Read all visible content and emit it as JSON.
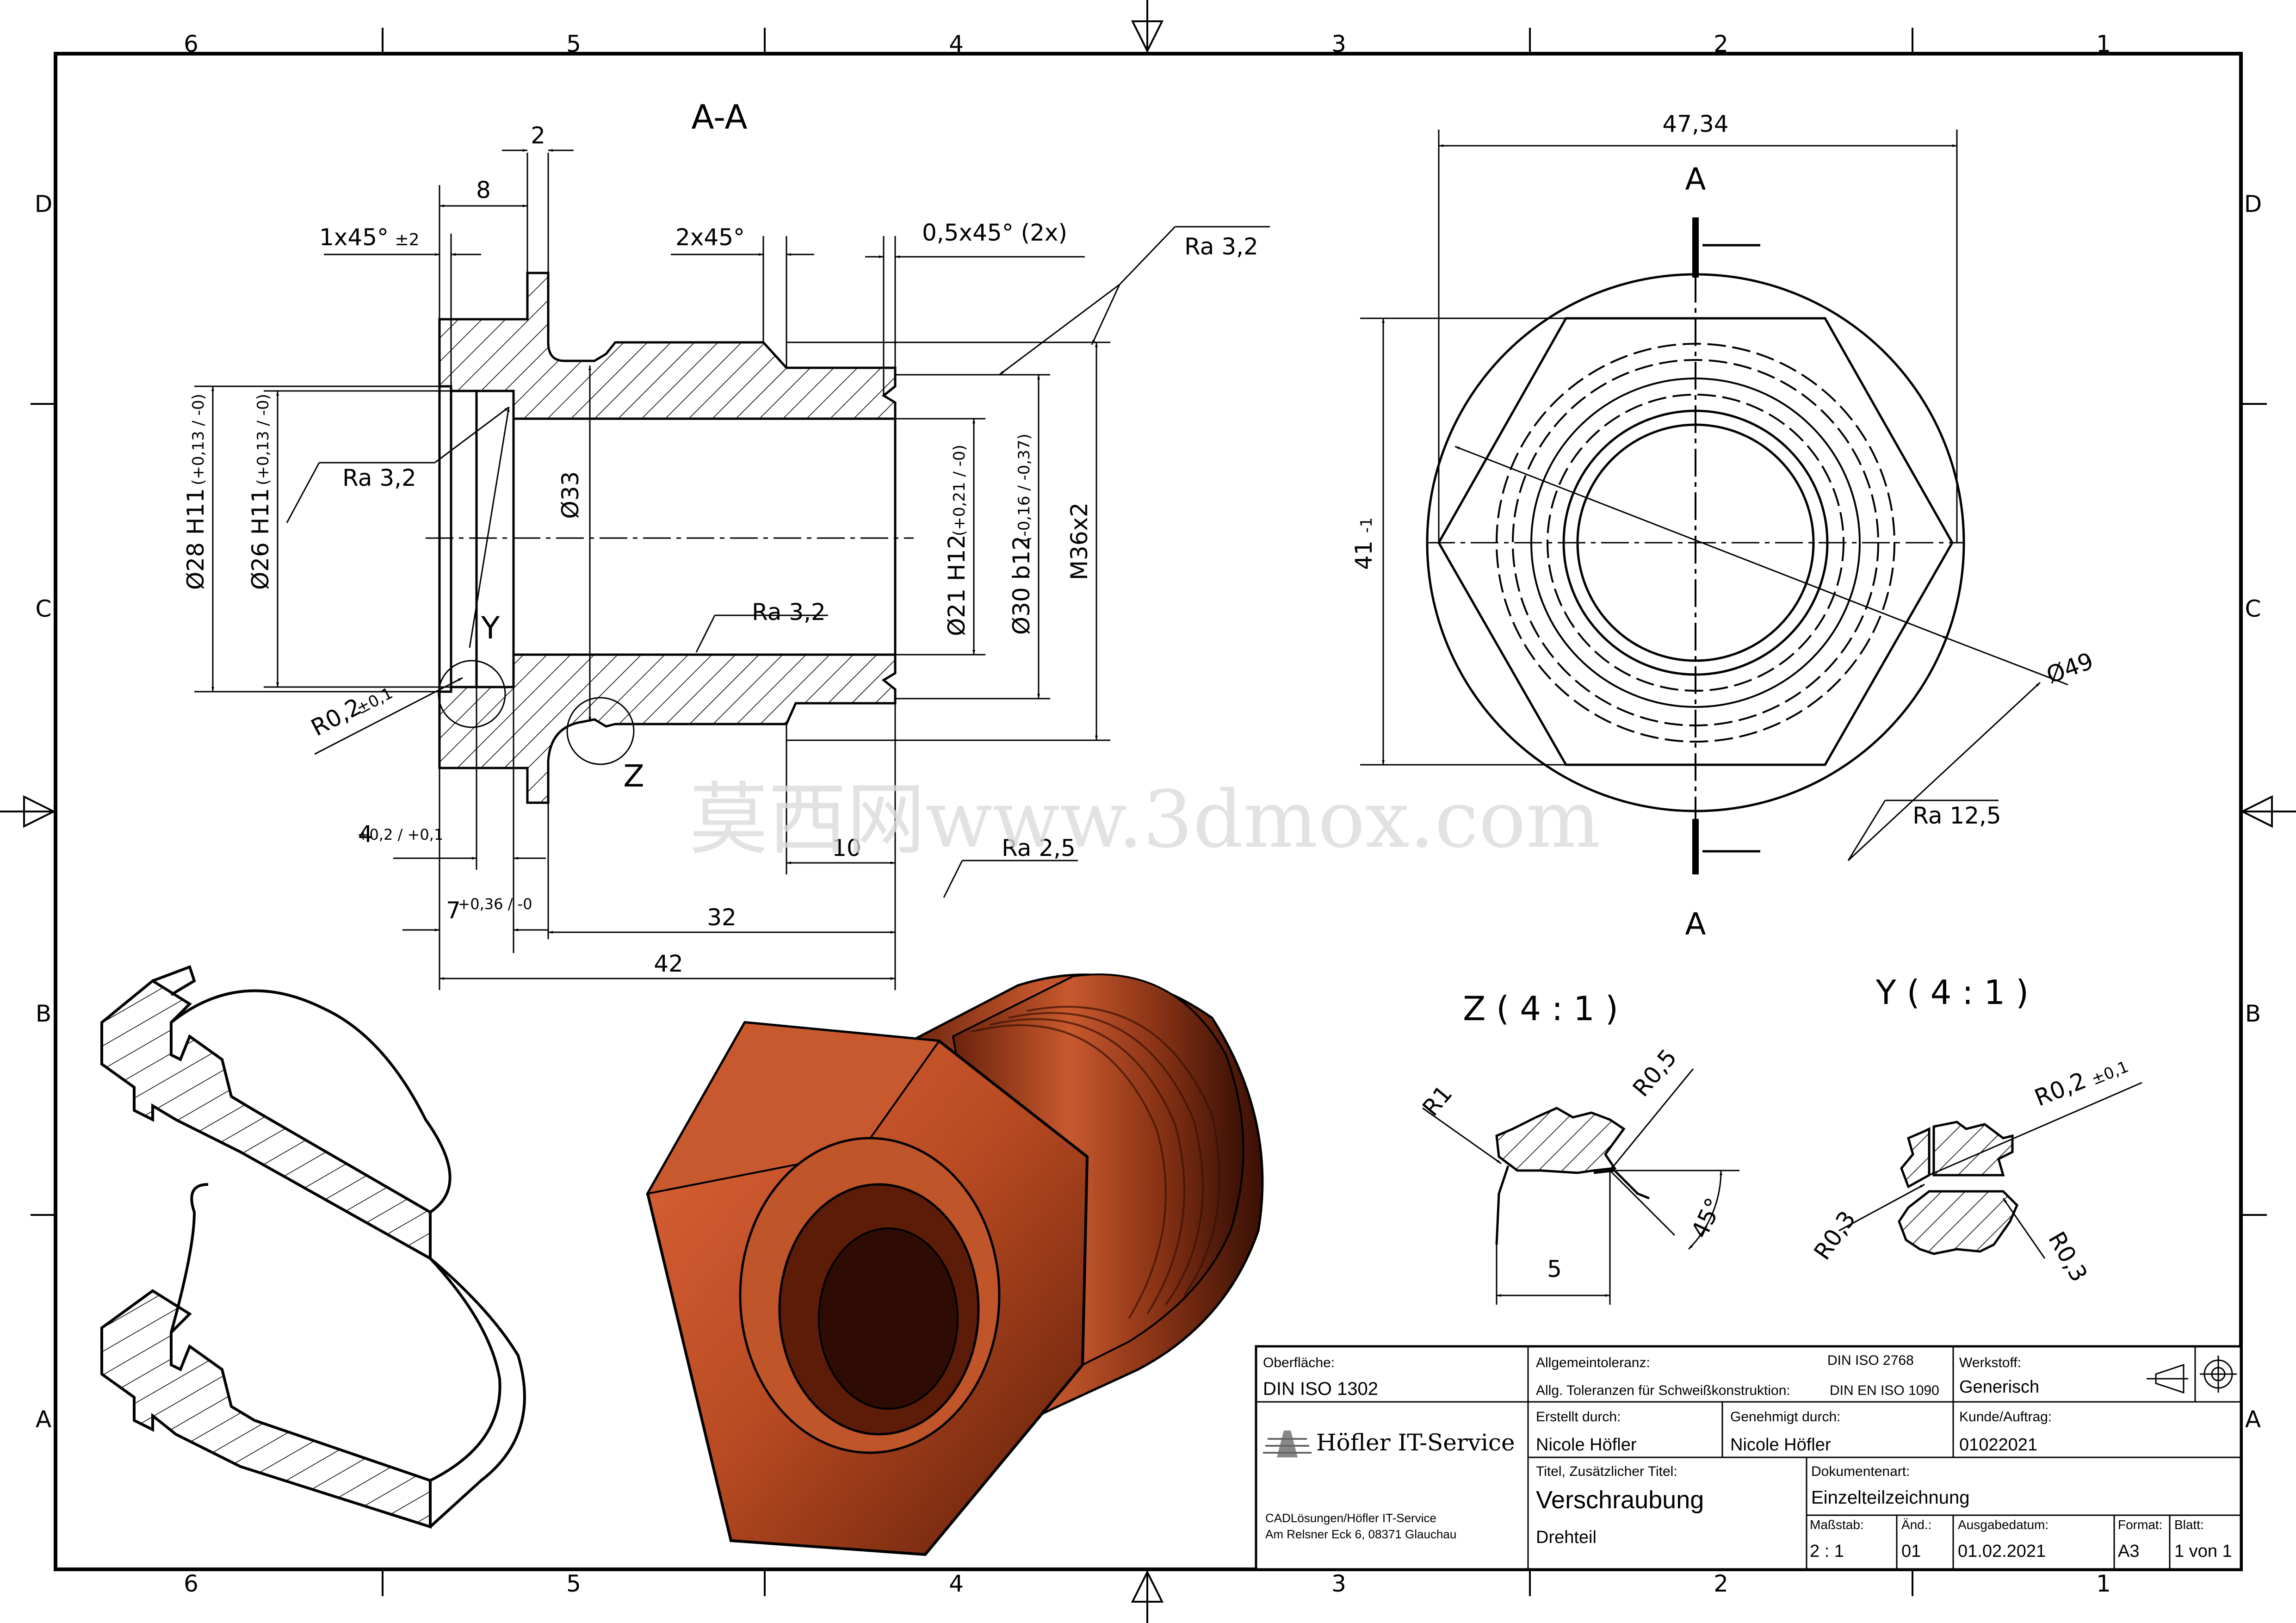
{
  "frame": {
    "columns_top": [
      "6",
      "5",
      "4",
      "3",
      "2",
      "1"
    ],
    "columns_bottom": [
      "6",
      "5",
      "4",
      "3",
      "2",
      "1"
    ],
    "rows_left": [
      "D",
      "C",
      "B",
      "A"
    ],
    "rows_right": [
      "D",
      "C",
      "B",
      "A"
    ]
  },
  "section_view": {
    "title": "A-A",
    "dims": {
      "d2": "2",
      "d8": "8",
      "chamfer1": "1x45°",
      "chamfer1_tol": "±2",
      "chamfer2": "2x45°",
      "chamfer3": "0,5x45° (2x)",
      "ra_top": "Ra 3,2",
      "ra_bore": "Ra 3,2",
      "ra_mid": "Ra 3,2",
      "d28": "Ø28 H11",
      "d28_tol": "(+0,13 / -0)",
      "d26": "Ø26 H11",
      "d26_tol": "(+0,13 / -0)",
      "d33": "Ø33",
      "d21": "Ø21 H12",
      "d21_tol": "(+0,21 / -0)",
      "d30": "Ø30 b12",
      "d30_tol": "(-0,16 / -0,37)",
      "thread": "M36x2",
      "label_y": "Y",
      "label_z": "Z",
      "r02": "R0,2",
      "r02_tol": "±0,1",
      "d4": "4",
      "d4_tol": "+0,2 / +0,1",
      "d10": "10",
      "ra25": "Ra 2,5",
      "d7": "7",
      "d7_tol": "+0,36 / -0",
      "d32": "32",
      "d42": "42"
    }
  },
  "front_view": {
    "width_dim": "47,34",
    "height_dim": "41",
    "height_tol": "-1",
    "circle_dim": "Ø49",
    "section_label_top": "A",
    "section_label_bottom": "A",
    "ra": "Ra 12,5"
  },
  "detail_z": {
    "title": "Z ( 4 : 1 )",
    "r1": "R1",
    "r05": "R0,5",
    "angle": "45°",
    "width": "5"
  },
  "detail_y": {
    "title": "Y ( 4 : 1 )",
    "r02": "R0,2",
    "r02_tol": "±0,1",
    "r03_left": "R0,3",
    "r03_right": "R0,3"
  },
  "watermark": "莫西网www.3dmox.com",
  "render_colors": {
    "copper": "#b84a22",
    "copper_dark": "#5c1c08",
    "copper_light": "#e0663a"
  },
  "title_block": {
    "surface_label": "Oberfläche:",
    "surface_value": "DIN ISO 1302",
    "general_tol_label": "Allgemeintoleranz:",
    "general_tol_std": "DIN ISO 2768",
    "weld_tol_label": "Allg. Toleranzen für Schweißkonstruktion:",
    "weld_tol_std": "DIN EN ISO 1090",
    "material_label": "Werkstoff:",
    "material_value": "Generisch",
    "company_name": "Höfler IT-Service",
    "created_label": "Erstellt durch:",
    "created_value": "Nicole Höfler",
    "approved_label": "Genehmigt durch:",
    "approved_value": "Nicole Höfler",
    "customer_label": "Kunde/Auftrag:",
    "customer_value": "01022021",
    "title_label": "Titel, Zusätzlicher Titel:",
    "title_value": "Verschraubung",
    "subtitle_value": "Drehteil",
    "doctype_label": "Dokumentenart:",
    "doctype_value": "Einzelteilzeichnung",
    "address_line1": "CADLösungen/Höfler IT-Service",
    "address_line2": "Am Relsner Eck 6, 08371 Glauchau",
    "scale_label": "Maßstab:",
    "scale_value": "2 : 1",
    "rev_label": "Änd.:",
    "rev_value": "01",
    "date_label": "Ausgabedatum:",
    "date_value": "01.02.2021",
    "format_label": "Format:",
    "format_value": "A3",
    "sheet_label": "Blatt:",
    "sheet_value": "1 von 1"
  }
}
